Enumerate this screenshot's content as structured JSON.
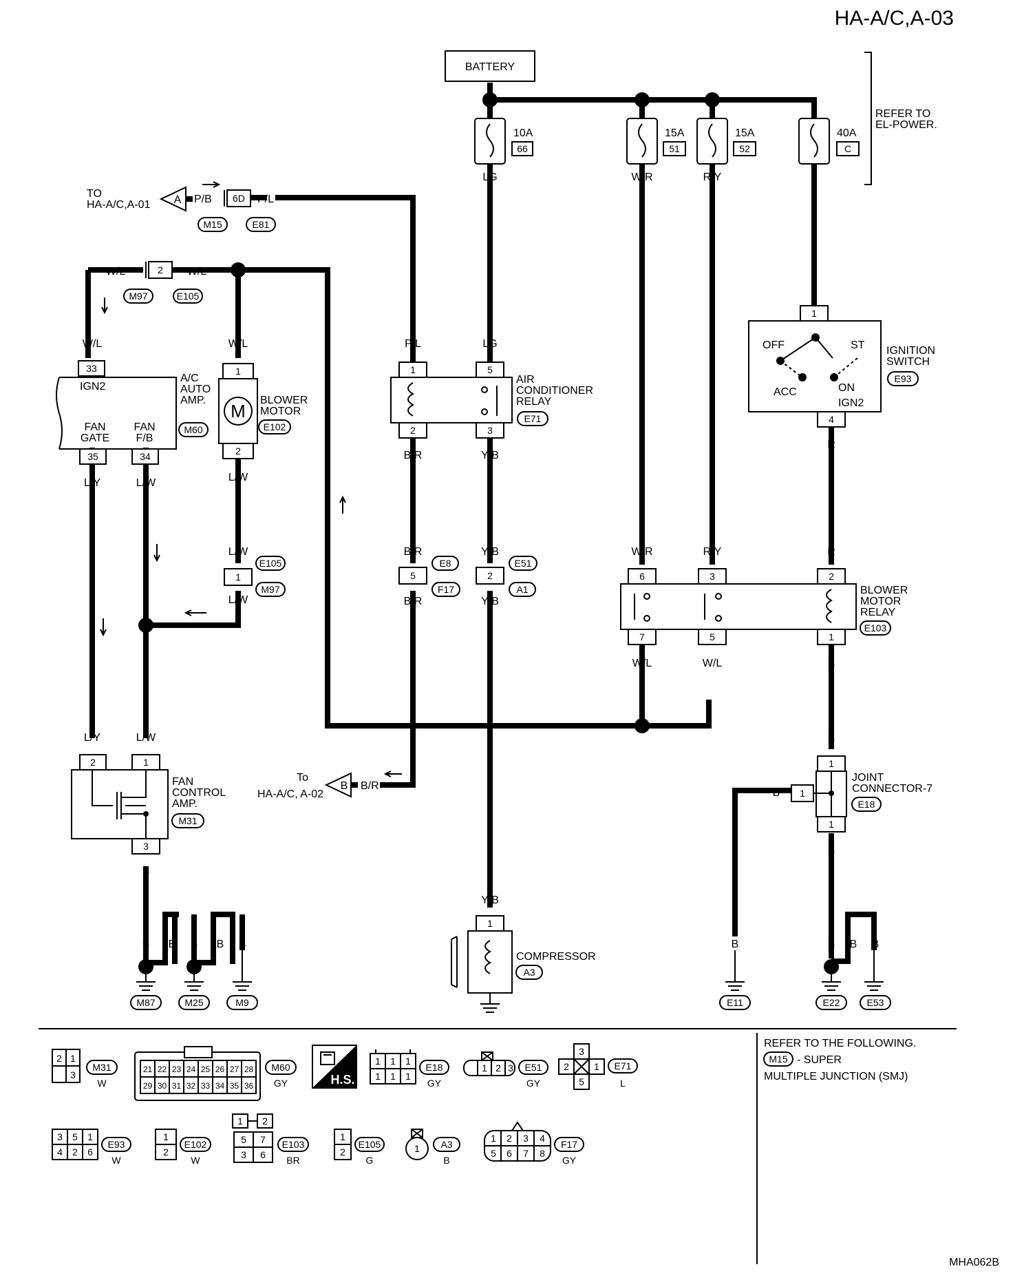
{
  "header": {
    "page_id": "HA-A/C,A-03",
    "figure_code": "MHA062B"
  },
  "components": {
    "battery": "BATTERY",
    "fuses": [
      {
        "amp": "10A",
        "num": "66"
      },
      {
        "amp": "15A",
        "num": "51"
      },
      {
        "amp": "15A",
        "num": "52"
      },
      {
        "amp": "40A",
        "num": "C"
      }
    ],
    "refer_el_power": [
      "REFER TO",
      "EL-POWER."
    ],
    "to_a01": [
      "TO",
      "HA-A/C,A-01"
    ],
    "to_a02": [
      "To",
      "HA-A/C, A-02"
    ],
    "flag_a": "A",
    "flag_b": "B",
    "junction_6d": "6D",
    "junction_2": "2",
    "ac_amp": {
      "label": [
        "A/C",
        "AUTO",
        "AMP."
      ],
      "ref": "M60",
      "ign2": "IGN2",
      "fan_gate": [
        "FAN",
        "GATE"
      ],
      "fan_fb": [
        "FAN",
        "F/B"
      ]
    },
    "blower_motor": {
      "label": [
        "BLOWER",
        "MOTOR"
      ],
      "ref": "E102",
      "symbol": "M"
    },
    "ac_relay": {
      "label": [
        "AIR",
        "CONDITIONER",
        "RELAY"
      ],
      "ref": "E71"
    },
    "ignition_switch": {
      "label": [
        "IGNITION",
        "SWITCH"
      ],
      "ref": "E93",
      "off": "OFF",
      "st": "ST",
      "acc": "ACC",
      "on": "ON",
      "ign2": "IGN2"
    },
    "blower_relay": {
      "label": [
        "BLOWER",
        "MOTOR",
        "RELAY"
      ],
      "ref": "E103"
    },
    "fan_control_amp": {
      "label": [
        "FAN",
        "CONTROL",
        "AMP."
      ],
      "ref": "M31"
    },
    "compressor": {
      "label": "COMPRESSOR",
      "ref": "A3"
    },
    "joint_connector": {
      "label": [
        "JOINT",
        "CONNECTOR-7"
      ],
      "ref": "E18"
    },
    "grounds": [
      "M87",
      "M25",
      "M9",
      "E11",
      "E22",
      "E53"
    ]
  },
  "connectors": {
    "m15": "M15",
    "e81": "E81",
    "m97": "M97",
    "e105": "E105",
    "e8": "E8",
    "f17": "F17",
    "e51": "E51",
    "a1": "A1"
  },
  "pins": {
    "p1": "1",
    "p2": "2",
    "p3": "3",
    "p4": "4",
    "p5": "5",
    "p6": "6",
    "p7": "7",
    "p33": "33",
    "p34": "34",
    "p35": "35"
  },
  "wires": {
    "lg": "LG",
    "wr": "W/R",
    "ry": "R/Y",
    "l": "L",
    "pb": "P/B",
    "pl": "P/L",
    "wl": "W/L",
    "ly": "L/Y",
    "lw": "L/W",
    "br": "B/R",
    "yb": "Y/B",
    "r": "R",
    "b": "B"
  },
  "legend": {
    "note": [
      "REFER TO THE FOLLOWING.",
      "- SUPER",
      "MULTIPLE JUNCTION (SMJ)"
    ],
    "note_ref": "M15",
    "hs": "H.S.",
    "connectors": [
      {
        "ref": "M31",
        "color": "W",
        "pins": [
          "2",
          "1",
          "3"
        ]
      },
      {
        "ref": "M60",
        "color": "GY",
        "pins": [
          "21",
          "22",
          "23",
          "24",
          "25",
          "26",
          "27",
          "28",
          "29",
          "30",
          "31",
          "32",
          "33",
          "34",
          "35",
          "36"
        ]
      },
      {
        "ref": "E18",
        "color": "GY",
        "pins": [
          "1",
          "1",
          "1",
          "1",
          "1",
          "1"
        ]
      },
      {
        "ref": "E51",
        "color": "GY",
        "pins": [
          "1",
          "2",
          "3"
        ]
      },
      {
        "ref": "E71",
        "color": "L",
        "pins": [
          "3",
          "2",
          "1",
          "5"
        ]
      },
      {
        "ref": "E93",
        "color": "W",
        "pins": [
          "3",
          "5",
          "1",
          "4",
          "2",
          "6"
        ]
      },
      {
        "ref": "E102",
        "color": "W",
        "pins": [
          "1",
          "2"
        ]
      },
      {
        "ref": "E103",
        "color": "BR",
        "pins": [
          "1",
          "2",
          "5",
          "7",
          "3",
          "6"
        ]
      },
      {
        "ref": "E105",
        "color": "G",
        "pins": [
          "1",
          "2"
        ]
      },
      {
        "ref": "A3",
        "color": "B",
        "pins": [
          "1"
        ]
      },
      {
        "ref": "F17",
        "color": "GY",
        "pins": [
          "1",
          "2",
          "3",
          "4",
          "5",
          "6",
          "7",
          "8"
        ]
      }
    ]
  }
}
